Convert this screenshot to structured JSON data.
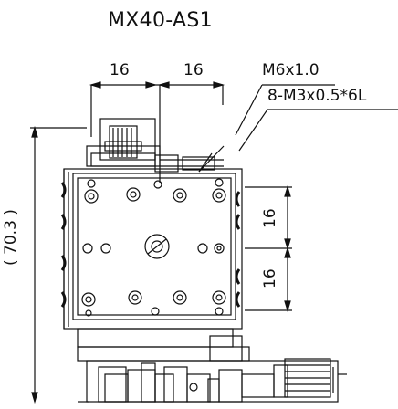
{
  "drawing": {
    "model": "MX40-AS1",
    "dim_top_left": "16",
    "dim_top_right": "16",
    "thread_callout_1": "M6x1.0",
    "thread_callout_2": "8-M3x0.5*6L",
    "dim_height": "( 70.3 )",
    "dim_right_upper": "16",
    "dim_right_lower": "16"
  }
}
